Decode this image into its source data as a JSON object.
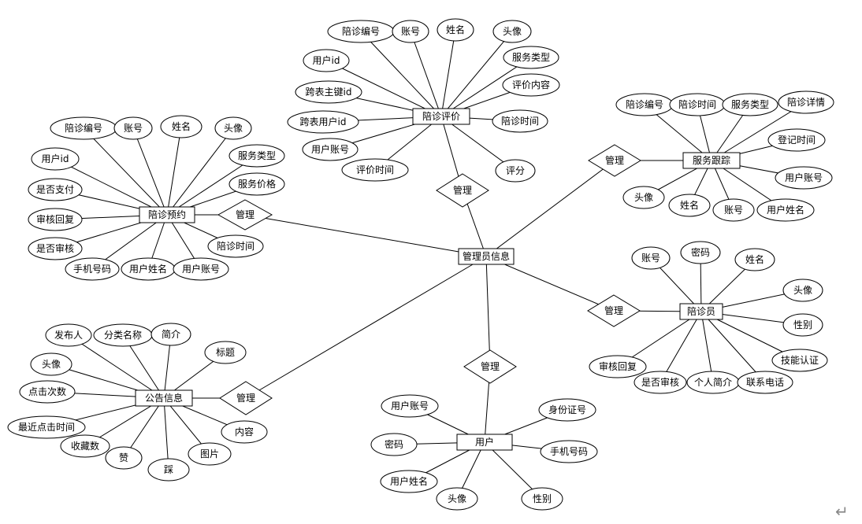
{
  "diagram": {
    "type": "er-diagram",
    "center": {
      "id": "admin",
      "label": "管理员信息"
    },
    "relationships": [
      {
        "id": "rel_review",
        "label": "管理"
      },
      {
        "id": "rel_booking",
        "label": "管理"
      },
      {
        "id": "rel_track",
        "label": "管理"
      },
      {
        "id": "rel_escort",
        "label": "管理"
      },
      {
        "id": "rel_user",
        "label": "管理"
      },
      {
        "id": "rel_notice",
        "label": "管理"
      }
    ],
    "entities": [
      {
        "id": "review",
        "label": "陪诊评价",
        "attributes": [
          "陪诊编号",
          "账号",
          "姓名",
          "头像",
          "用户id",
          "服务类型",
          "跨表主键id",
          "评价内容",
          "跨表用户id",
          "陪诊时间",
          "用户账号",
          "评价时间",
          "评分"
        ]
      },
      {
        "id": "booking",
        "label": "陪诊预约",
        "attributes": [
          "陪诊编号",
          "账号",
          "姓名",
          "头像",
          "用户id",
          "服务类型",
          "是否支付",
          "服务价格",
          "审核回复",
          "是否审核",
          "陪诊时间",
          "手机号码",
          "用户姓名",
          "用户账号"
        ]
      },
      {
        "id": "track",
        "label": "服务跟踪",
        "attributes": [
          "陪诊编号",
          "陪诊时间",
          "服务类型",
          "陪诊详情",
          "登记时间",
          "用户账号",
          "头像",
          "姓名",
          "账号",
          "用户姓名"
        ]
      },
      {
        "id": "escort",
        "label": "陪诊员",
        "attributes": [
          "账号",
          "密码",
          "姓名",
          "头像",
          "性别",
          "技能认证",
          "审核回复",
          "是否审核",
          "个人简介",
          "联系电话"
        ]
      },
      {
        "id": "user",
        "label": "用户",
        "attributes": [
          "用户账号",
          "身份证号",
          "密码",
          "手机号码",
          "用户姓名",
          "头像",
          "性别"
        ]
      },
      {
        "id": "notice",
        "label": "公告信息",
        "attributes": [
          "发布人",
          "分类名称",
          "简介",
          "标题",
          "头像",
          "点击次数",
          "最近点击时间",
          "收藏数",
          "赞",
          "踩",
          "图片",
          "内容"
        ]
      }
    ]
  }
}
